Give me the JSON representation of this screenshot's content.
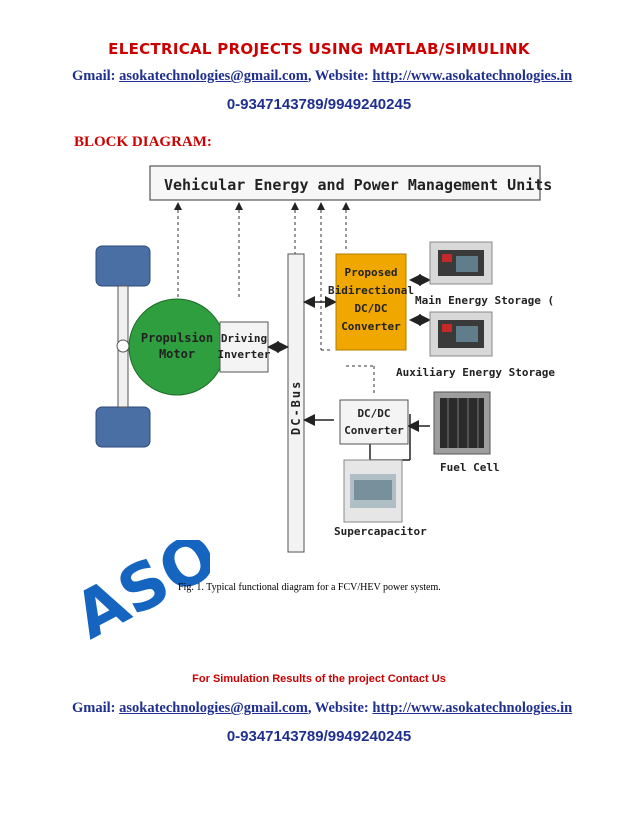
{
  "header": {
    "title": "Electrical Projects using MATLAB/SIMULINK",
    "gmail_label": "Gmail: ",
    "gmail": "asokatechnologies@gmail.com",
    "website_label": ", Website: ",
    "website": "http://www.asokatechnologies.in",
    "phone": "0-9347143789/9949240245"
  },
  "section": {
    "heading": "BLOCK DIAGRAM:"
  },
  "diagram": {
    "top_box": "Vehicular Energy and Power Management Units",
    "propulsion_line1": "Propulsion",
    "propulsion_line2": "Motor",
    "inverter_line1": "Driving",
    "inverter_line2": "Inverter",
    "dcbus": "DC-Bus",
    "proposed_line1": "Proposed",
    "proposed_line2": "Bidirectional",
    "proposed_line3": "DC/DC",
    "proposed_line4": "Converter",
    "dcdc_line1": "DC/DC",
    "dcdc_line2": "Converter",
    "main_storage": "Main Energy Storage (",
    "aux_storage": "Auxiliary Energy Storage",
    "fuel_cell": "Fuel Cell",
    "supercap": "Supercapacitor",
    "watermark": "ASO",
    "colors": {
      "wheel": "#4a6fa5",
      "motor": "#2e9e3e",
      "converter": "#f0a800"
    }
  },
  "caption": "Fig. 1. Typical functional diagram for a FCV/HEV power system.",
  "footer": {
    "note": "For Simulation Results of the project Contact Us",
    "gmail_label": "Gmail: ",
    "gmail": "asokatechnologies@gmail.com",
    "website_label": ", Website: ",
    "website": "http://www.asokatechnologies.in",
    "phone": "0-9347143789/9949240245"
  }
}
